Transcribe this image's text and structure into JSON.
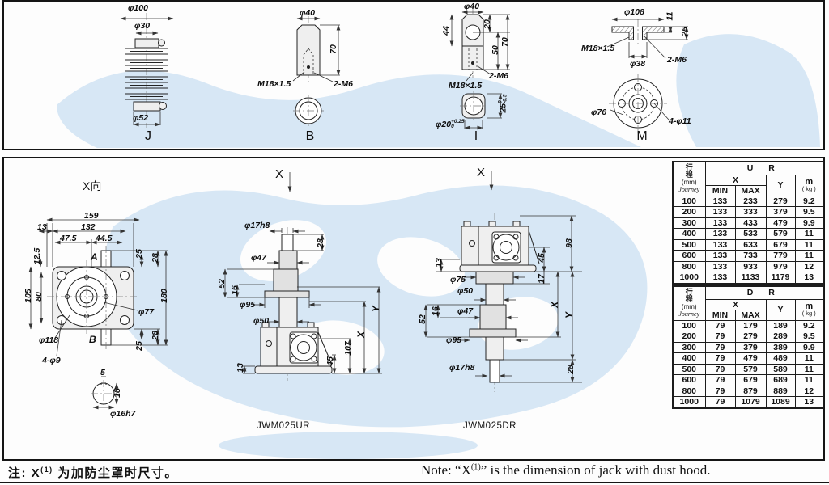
{
  "notes": {
    "cn_prefix": "注: X",
    "cn_sup": "(1)",
    "cn_suffix": " 为加防尘罩时尺寸。",
    "en_prefix": "Note: “X",
    "en_sup": "(1)",
    "en_suffix": "” is the dimension of jack with dust hood."
  },
  "top_drawings": {
    "j": {
      "label": "J",
      "phi100": "φ100",
      "phi30": "φ30",
      "phi52": "φ52"
    },
    "b": {
      "label": "B",
      "phi40": "φ40",
      "h70": "70",
      "thread": "M18×1.5",
      "tap": "2-M6"
    },
    "i": {
      "label": "I",
      "phi40": "φ40",
      "d44": "44",
      "d20": "20",
      "d50": "50",
      "d70": "70",
      "tap": "2-M6",
      "thread": "M18×1.5",
      "w25": "25",
      "w25_tol_u": "0",
      "w25_tol_l": "-0.5",
      "phi20": "φ20",
      "phi20_tol_u": "+0.25",
      "phi20_tol_l": "0"
    },
    "m": {
      "label": "M",
      "phi108": "φ108",
      "d11": "11",
      "d25": "25",
      "thread": "M18×1.5",
      "phi38": "φ38",
      "tap": "2-M6",
      "phi76": "φ76",
      "holes": "4-φ11"
    }
  },
  "x_view": {
    "title": "X向",
    "d159": "159",
    "d13": "13",
    "d132": "132",
    "d47_5": "47.5",
    "d44_5": "44.5",
    "d25_top": "25",
    "d28_top": "28",
    "d12_5": "12.5",
    "d105": "105",
    "d80": "80",
    "d180": "180",
    "d28_bot": "28",
    "d25_bot": "25",
    "phi77": "φ77",
    "phi118": "φ118",
    "holes": "4-φ9",
    "point_a": "A",
    "point_b": "B",
    "key_w": "5",
    "key_h": "18",
    "shaft": "φ16h7"
  },
  "jack_ur": {
    "model": "JWM025UR",
    "view_marker": "X",
    "phi17": "φ17h8",
    "d28": "28",
    "phi47": "φ47",
    "d52": "52",
    "d16": "16",
    "phi95": "φ95",
    "phi50": "φ50",
    "dim_y": "Y",
    "dim_x": "X",
    "d107": "107",
    "d45": "45",
    "d13": "13"
  },
  "jack_dr": {
    "model": "JWM025DR",
    "view_marker": "X",
    "d13": "13",
    "d45": "45",
    "d98": "98",
    "phi75": "φ75",
    "d17": "17",
    "phi50": "φ50",
    "dim_x": "X",
    "dim_y": "Y",
    "phi47": "φ47",
    "d52": "52",
    "d16": "16",
    "phi95": "φ95",
    "phi17": "φ17h8",
    "d28": "28"
  },
  "tables": [
    {
      "title": "U R",
      "journey_l1": "行",
      "journey_l2": "程",
      "journey_l3": "(mm)",
      "journey_l4": "Journey",
      "col_x": "X",
      "col_min": "MIN",
      "col_max": "MAX",
      "col_y": "Y",
      "col_m": "m",
      "col_m_unit": "( kg )",
      "rows": [
        [
          "100",
          "133",
          "233",
          "279",
          "9.2"
        ],
        [
          "200",
          "133",
          "333",
          "379",
          "9.5"
        ],
        [
          "300",
          "133",
          "433",
          "479",
          "9.9"
        ],
        [
          "400",
          "133",
          "533",
          "579",
          "11"
        ],
        [
          "500",
          "133",
          "633",
          "679",
          "11"
        ],
        [
          "600",
          "133",
          "733",
          "779",
          "11"
        ],
        [
          "800",
          "133",
          "933",
          "979",
          "12"
        ],
        [
          "1000",
          "133",
          "1133",
          "1179",
          "13"
        ]
      ]
    },
    {
      "title": "D R",
      "journey_l1": "行",
      "journey_l2": "程",
      "journey_l3": "(mm)",
      "journey_l4": "Journey",
      "col_x": "X",
      "col_min": "MIN",
      "col_max": "MAX",
      "col_y": "Y",
      "col_m": "m",
      "col_m_unit": "( kg )",
      "rows": [
        [
          "100",
          "79",
          "179",
          "189",
          "9.2"
        ],
        [
          "200",
          "79",
          "279",
          "289",
          "9.5"
        ],
        [
          "300",
          "79",
          "379",
          "389",
          "9.9"
        ],
        [
          "400",
          "79",
          "479",
          "489",
          "11"
        ],
        [
          "500",
          "79",
          "579",
          "589",
          "11"
        ],
        [
          "600",
          "79",
          "679",
          "689",
          "11"
        ],
        [
          "800",
          "79",
          "879",
          "889",
          "12"
        ],
        [
          "1000",
          "79",
          "1079",
          "1089",
          "13"
        ]
      ]
    }
  ]
}
